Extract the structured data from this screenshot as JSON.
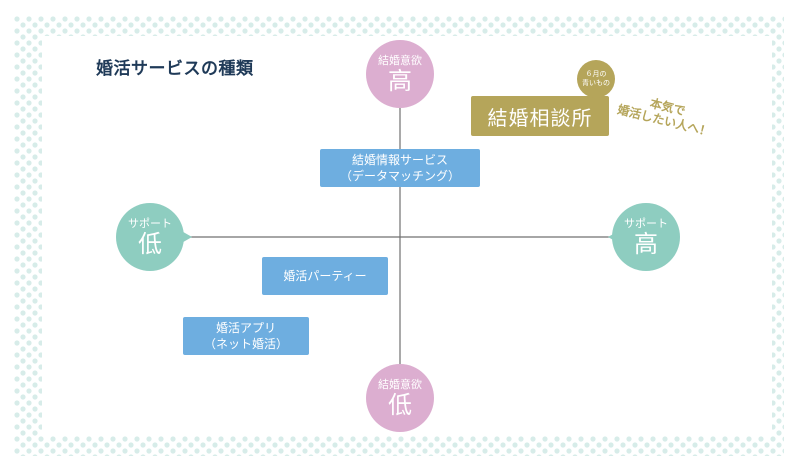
{
  "title": "婚活サービスの種類",
  "axes": {
    "top": {
      "small": "結婚意欲",
      "big": "高"
    },
    "bottom": {
      "small": "結婚意欲",
      "big": "低"
    },
    "left": {
      "small": "サポート",
      "big": "低"
    },
    "right": {
      "small": "サポート",
      "big": "高"
    }
  },
  "services": {
    "consultation": "結婚相談所",
    "info_line1": "結婚情報サービス",
    "info_line2": "（データマッチング）",
    "party": "婚活パーティー",
    "app_line1": "婚活アプリ",
    "app_line2": "（ネット婚活）"
  },
  "note": {
    "circle_line1": "６月の",
    "circle_line2": "青いもの",
    "handwriting_line1": "本気で",
    "handwriting_line2": "婚活したい人へ！"
  },
  "colors": {
    "pink": "#dcaed0",
    "teal": "#8ecdc0",
    "blue": "#6eaee0",
    "olive": "#b5a55a",
    "title": "#1f3a58",
    "dots": "#d7ece9"
  }
}
